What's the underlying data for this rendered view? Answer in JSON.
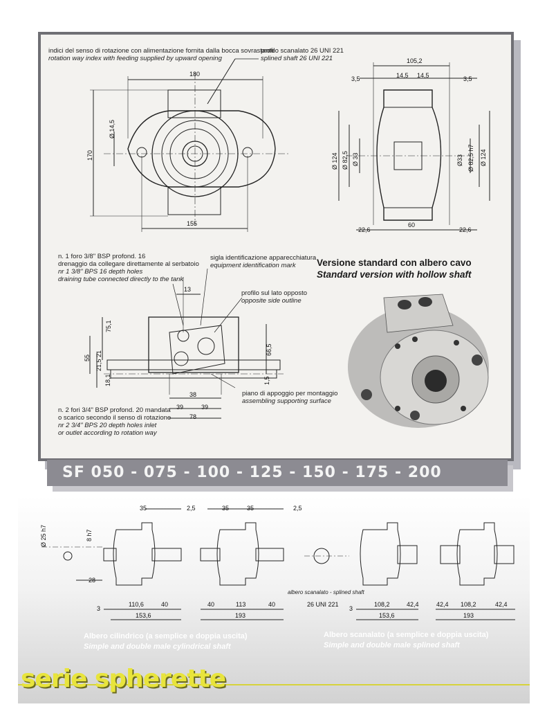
{
  "top": {
    "rotation_it": "indici del senso di rotazione con alimentazione fornita dalla bocca sovrastante",
    "rotation_en": "rotation way index with feeding supplied by upward opening",
    "spline_it": "profilo scanalato 26 UNI 221",
    "spline_en": "splined shaft 26 UNI 221",
    "drain_it1": "n. 1 foro 3/8\" BSP profond. 16",
    "drain_it2": "drenaggio da collegare direttamente al serbatoio",
    "drain_en1": "nr 1  3/8\" BPS 16 depth holes",
    "drain_en2": "draining tube connected directly to the tank",
    "sigla_it": "sigla identificazione apparecchiatura",
    "sigla_en": "equipment identification mark",
    "profilo_it": "profilo sul lato opposto",
    "profilo_en": "opposite side outline",
    "piano_it": "piano di appoggio per montaggio",
    "piano_en": "assembling supporting surface",
    "ports_it1": "n. 2 fori 3/4\" BSP profond. 20 mandata",
    "ports_it2": "o scarico secondo il senso di rotazione",
    "ports_en1": "nr 2  3/4\" BPS 20 depth holes inlet",
    "ports_en2": "or outlet according to rotation way",
    "version_it": "Versione standard con albero cavo",
    "version_en": "Standard version with hollow shaft",
    "dims": {
      "d180": "180",
      "d170": "170",
      "d145": "Ø 14,5",
      "d155": "155",
      "d1052": "105,2",
      "d35a": "3,5",
      "d145b": "14,5",
      "d145c": "14,5",
      "d35b": "3,5",
      "d124a": "Ø 124",
      "d825a": "Ø 82,5",
      "d33a": "Ø 33",
      "d33b": "Ø33",
      "d825b": "Ø 82,5 h7",
      "d124b": "Ø 124",
      "d226a": "22,6",
      "d60": "60",
      "d226b": "22,6",
      "d13": "13",
      "d751": "75,1",
      "d55": "55",
      "d215a": "21,5",
      "d21": "21",
      "d181": "18,1",
      "d665": "66,5",
      "d15": "1,5",
      "d38": "38",
      "d39a": "39",
      "d39b": "39",
      "d78": "78"
    }
  },
  "banner": "SF 050 - 075 - 100 - 125 - 150 - 175 - 200",
  "bottom": {
    "d25": "Ø 25 h7",
    "d8": "8 h7",
    "d28": "28",
    "d35a": "35",
    "d25a": "2,5",
    "d35b": "35",
    "d35c": "35",
    "d25b": "2,5",
    "d3a": "3",
    "d1106": "110,6",
    "d40a": "40",
    "d40b": "40",
    "d113": "113",
    "d40c": "40",
    "d1536a": "153,6",
    "d193a": "193",
    "spline_label": "albero scanalato - splined shaft",
    "uni": "26  UNI  221",
    "d3b": "3",
    "d1082a": "108,2",
    "d424a": "42,4",
    "d424b": "42,4",
    "d1082b": "108,2",
    "d424c": "42,4",
    "d1536b": "153,6",
    "d193b": "193",
    "cap1_it": "Albero cilindrico (a semplice e doppia uscita)",
    "cap1_en": "Simple and double male cylindrical shaft",
    "cap2_it": "Albero scanalato (a semplice e doppia uscita)",
    "cap2_en": "Simple and double male splined shaft"
  },
  "series": "serie spherette",
  "colors": {
    "panel_border": "#6f6f74",
    "banner": "#8c8b92",
    "series": "#e8e43c"
  }
}
